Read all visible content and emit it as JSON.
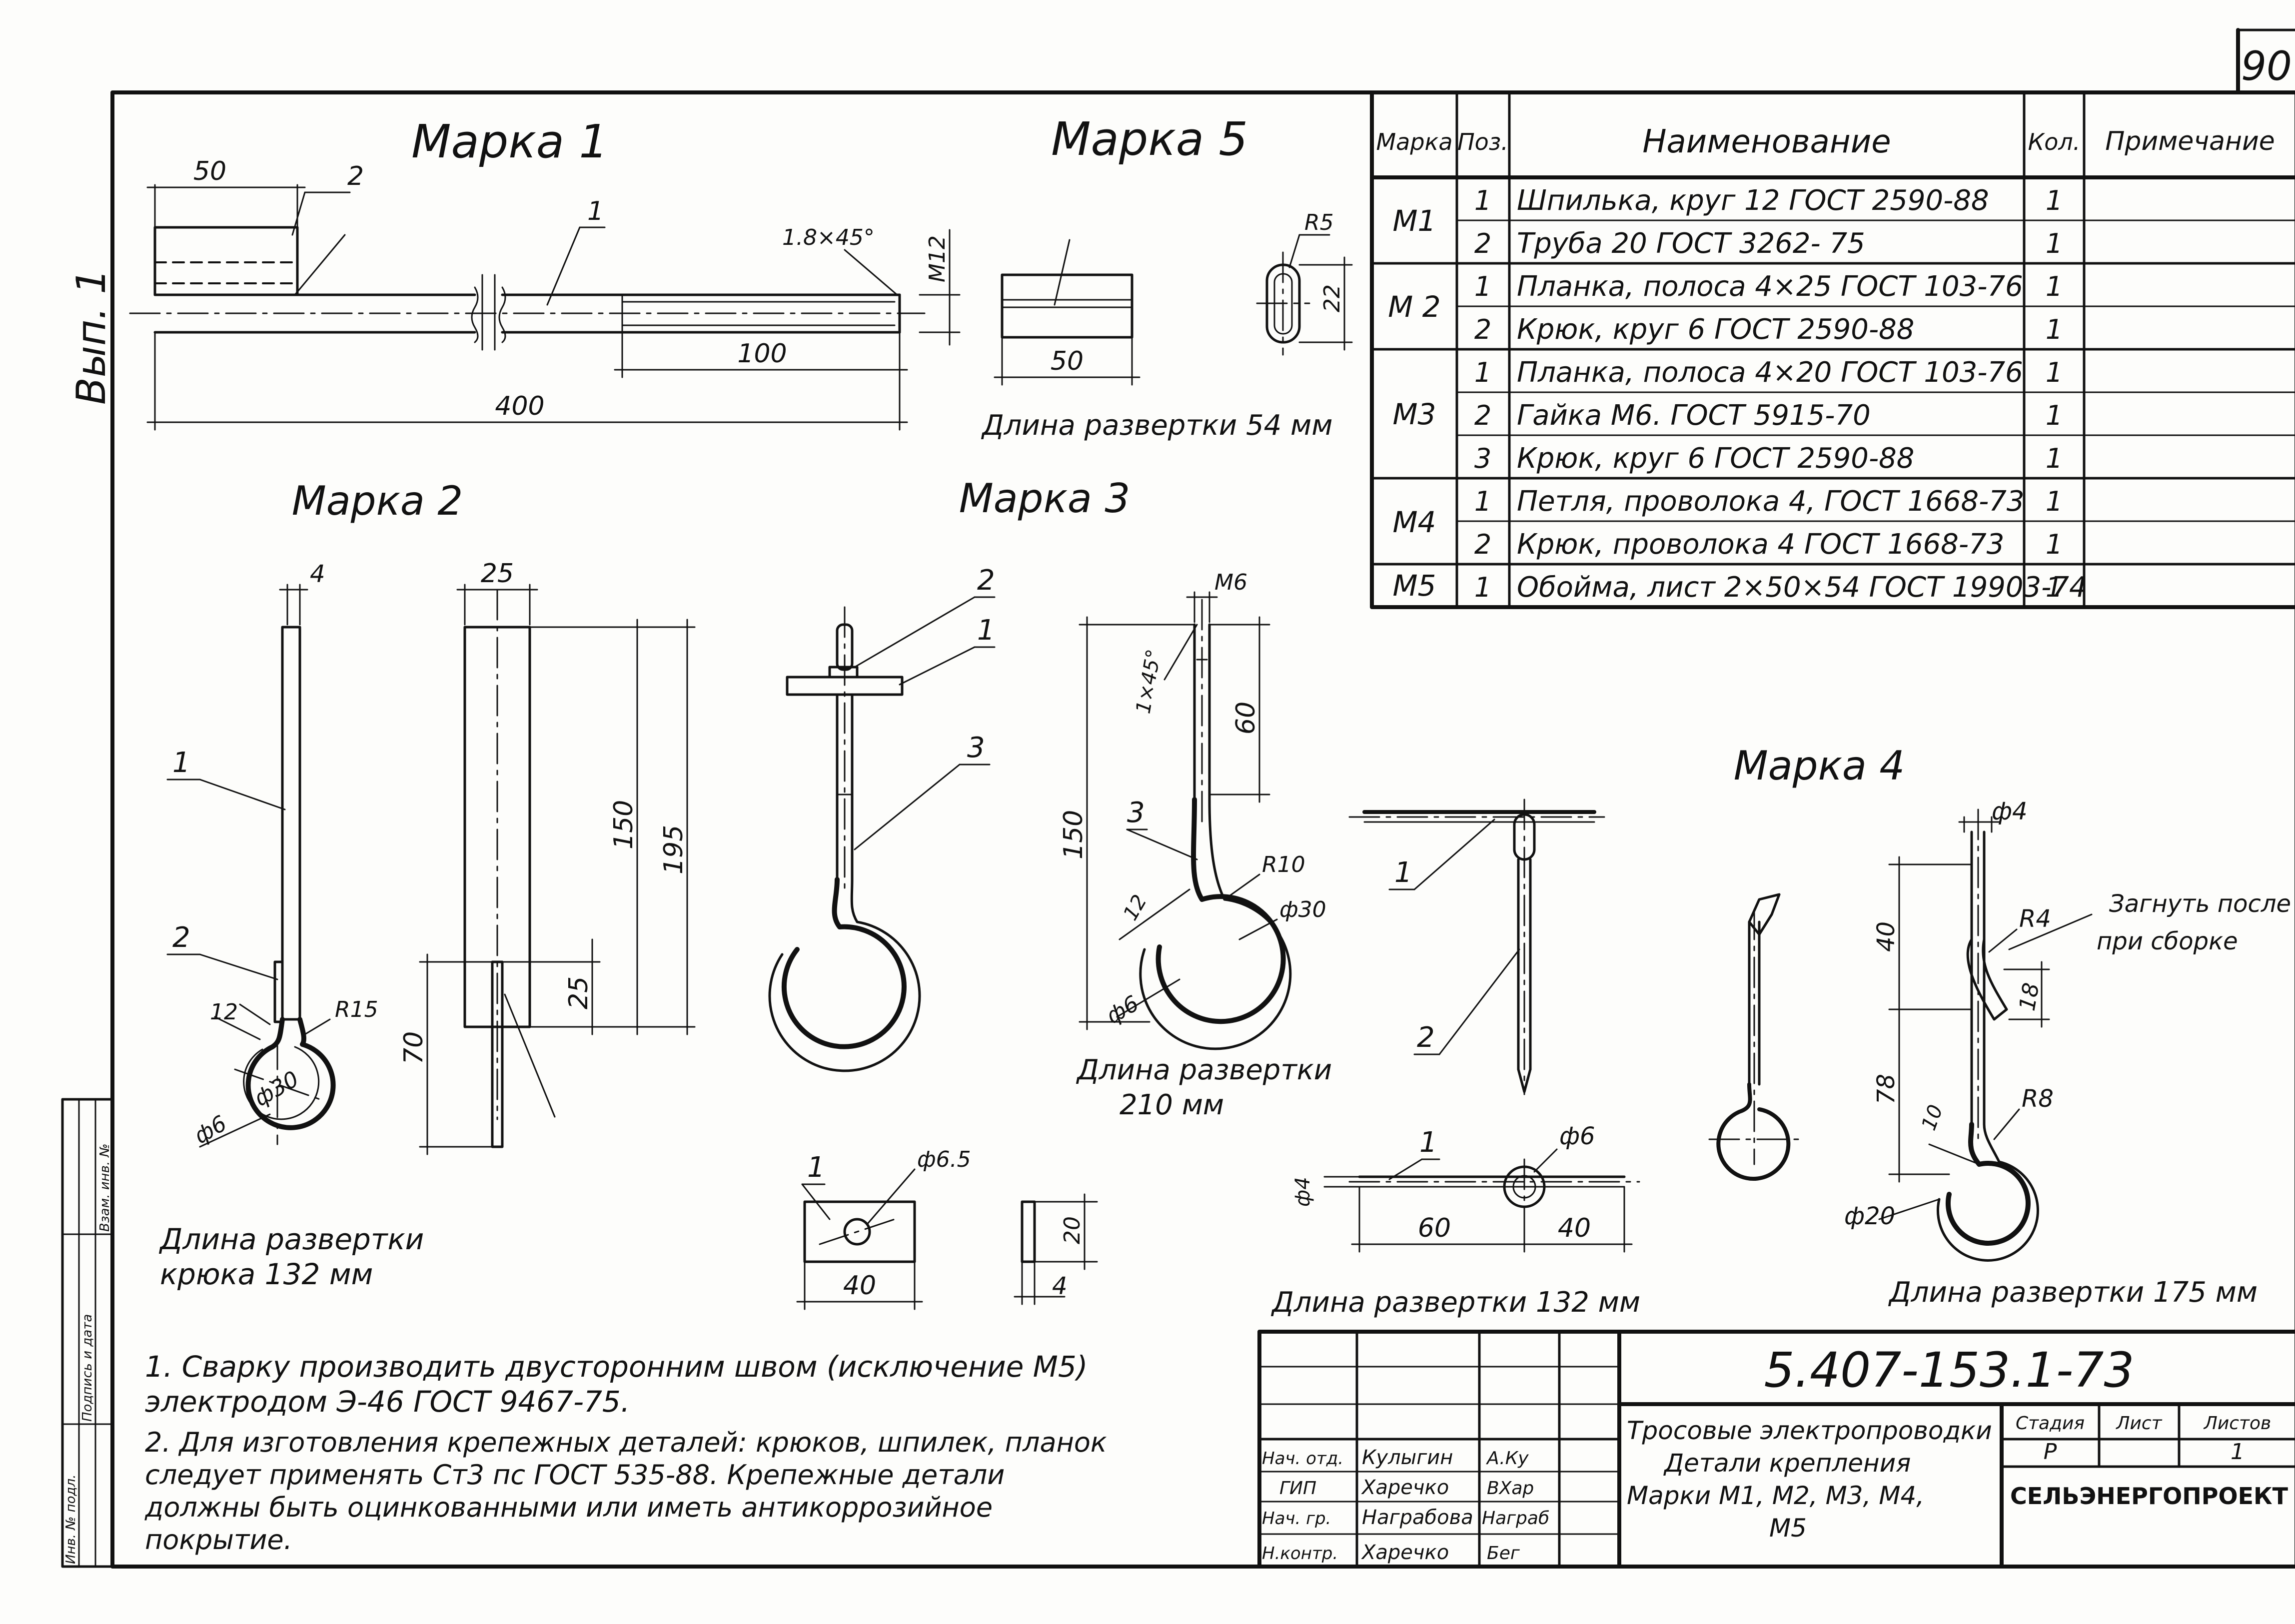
{
  "sheet": {
    "page_number": "90",
    "side_label": "Вып. 1",
    "side_columns": [
      "Инв. № подл.",
      "Подпись и дата",
      "Взам. инв. №"
    ]
  },
  "views": {
    "mark1": {
      "title": "Марка 1",
      "dims": {
        "d50": "50",
        "pos2": "2",
        "pos1": "1",
        "chamfer": "1.8×45°",
        "m12": "M12",
        "d100": "100",
        "d400": "400"
      }
    },
    "mark5": {
      "title": "Марка 5",
      "dims": {
        "d50": "50",
        "r5": "R5",
        "d22": "22"
      },
      "note": "Длина развертки  54 мм"
    },
    "mark2": {
      "title": "Марка 2",
      "dims": {
        "d4": "4",
        "pos1": "1",
        "pos2": "2",
        "d12": "12",
        "r15": "R15",
        "d30": "ф30",
        "d6": "ф6",
        "d25top": "25",
        "d150": "150",
        "d195": "195",
        "d25": "25",
        "d70": "70"
      },
      "note": "Длина развертки\nкрюка  132 мм"
    },
    "mark3": {
      "title": "Марка 3",
      "dims": {
        "pos2": "2",
        "pos1": "1",
        "pos3": "3",
        "m6": "M6",
        "chamfer": "1×45°",
        "d60": "60",
        "d150": "150",
        "r10": "R10",
        "d12": "12",
        "d30": "ф30",
        "d6": "ф6",
        "p1b": "1",
        "d65": "ф6.5",
        "d40": "40",
        "d20": "20",
        "d4": "4"
      },
      "note": "Длина развертки\n210 мм"
    },
    "mark4": {
      "title": "Марка 4",
      "dims": {
        "pos1": "1",
        "pos2": "2",
        "pos1b": "1",
        "d4a": "ф4",
        "d6": "ф6",
        "d60": "60",
        "d40": "40",
        "d4": "ф4",
        "d40v": "40",
        "r4": "R4",
        "d18": "18",
        "d78": "78",
        "r8": "R8",
        "d10": "10",
        "d20": "ф20"
      },
      "weld_note": "Загнуть после\nпри сборке",
      "note_left": "Длина  развертки  132 мм",
      "note_right": "Длина  развертки  175 мм"
    }
  },
  "spec_table": {
    "headers": [
      "Марка",
      "Поз.",
      "Наименование",
      "Кол.",
      "Примечание"
    ],
    "rows": [
      {
        "mark": "M1",
        "pos": "1",
        "name": "Шпилька, круг 12 ГОСТ 2590-88",
        "qty": "1",
        "note": ""
      },
      {
        "mark": "",
        "pos": "2",
        "name": "Труба  20 ГОСТ 3262- 75",
        "qty": "1",
        "note": ""
      },
      {
        "mark": "M 2",
        "pos": "1",
        "name": "Планка, полоса 4×25 ГОСТ 103-76",
        "qty": "1",
        "note": ""
      },
      {
        "mark": "",
        "pos": "2",
        "name": "Крюк, круг 6 ГОСТ 2590-88",
        "qty": "1",
        "note": ""
      },
      {
        "mark": "M3",
        "pos": "1",
        "name": "Планка, полоса 4×20 ГОСТ 103-76",
        "qty": "1",
        "note": ""
      },
      {
        "mark": "",
        "pos": "2",
        "name": "Гайка  M6.  ГОСТ 5915-70",
        "qty": "1",
        "note": ""
      },
      {
        "mark": "",
        "pos": "3",
        "name": "Крюк, круг 6 ГОСТ 2590-88",
        "qty": "1",
        "note": ""
      },
      {
        "mark": "M4",
        "pos": "1",
        "name": "Петля, проволока 4, ГОСТ 1668-73",
        "qty": "1",
        "note": ""
      },
      {
        "mark": "",
        "pos": "2",
        "name": "Крюк, проволока 4 ГОСТ 1668-73",
        "qty": "1",
        "note": ""
      },
      {
        "mark": "M5",
        "pos": "1",
        "name": "Обойма, лист 2×50×54 ГОСТ 19903-74",
        "qty": "1",
        "note": ""
      }
    ]
  },
  "notes": [
    "1. Сварку производить двусторонним швом (исключение  M5)",
    "    электродом  Э-46  ГОСТ 9467-75.",
    "2. Для изготовления крепежных деталей: крюков, шпилек, планок",
    "    следует применять  Ст3 пс  ГОСТ 535-88.  Крепежные  детали",
    "    должны  быть  оцинкованными  или  иметь  антикоррозийное",
    "    покрытие."
  ],
  "title_block": {
    "doc_code": "5.407-153.1-73",
    "roles": [
      {
        "role": "Нач. отд.",
        "name": "Кулыгин",
        "sign": "A.Ку"
      },
      {
        "role": "ГИП",
        "name": "Харечко",
        "sign": "ВХар"
      },
      {
        "role": "Нач. гр.",
        "name": "Награбова",
        "sign": "Награб"
      },
      {
        "role": "",
        "name": "",
        "sign": ""
      },
      {
        "role": "Н.контр.",
        "name": "Харечко",
        "sign": "Бег"
      }
    ],
    "title_lines": [
      "Тросовые электропроводки",
      "Детали  крепления",
      "Марки  M1, M2, M3, M4,",
      "M5"
    ],
    "stage_label": "Стадия",
    "sheet_label": "Лист",
    "sheets_label": "Листов",
    "stage": "Р",
    "sheets": "1",
    "org": "СЕЛЬЭНЕРГОПРОЕКТ"
  }
}
